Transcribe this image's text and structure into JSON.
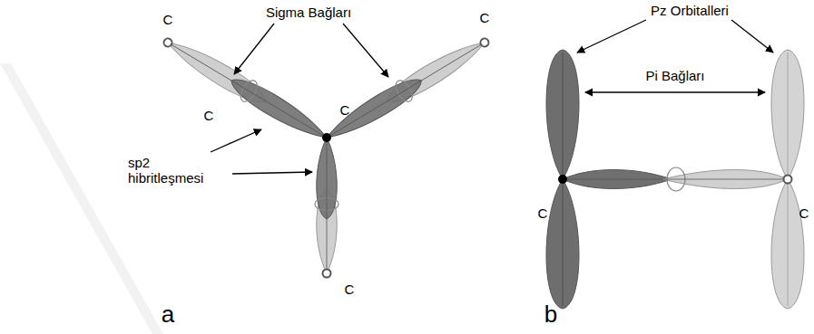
{
  "diagram": {
    "labels": [
      "C",
      "Sigma Bağları",
      "C",
      "Pz Orbitalleri",
      "C",
      "C",
      "Pi Bağları",
      "sp2 hibritleşmesi",
      "C",
      "C",
      "C",
      "a",
      "b"
    ]
  }
}
